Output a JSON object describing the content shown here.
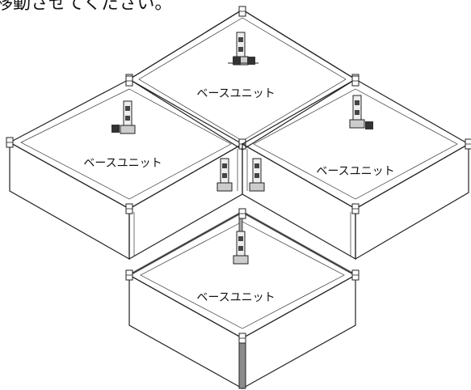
{
  "caption": "移動させてください。",
  "units": [
    {
      "label": "ベースユニット"
    },
    {
      "label": "ベースユニット"
    },
    {
      "label": "ベースユニット"
    },
    {
      "label": "ベースユニット"
    }
  ],
  "colors": {
    "highlighted_unit": "#a8a8a8",
    "panel": "#f2f2f2",
    "outline": "#222222"
  }
}
